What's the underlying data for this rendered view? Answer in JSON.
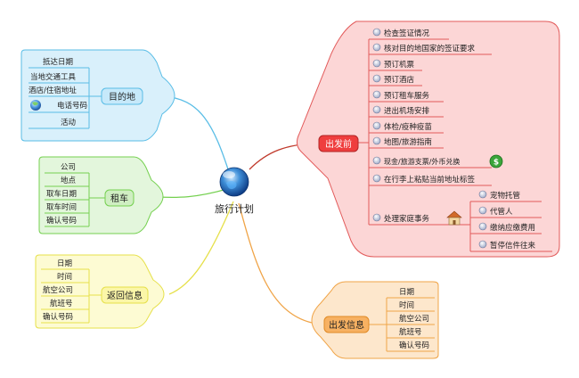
{
  "center": {
    "label": "旅行计划"
  },
  "colors": {
    "blue_fill": "#d9f0fb",
    "blue_stroke": "#59bde6",
    "blue_node": "#c6e9fa",
    "green_fill": "#e3f6dc",
    "green_stroke": "#74d04f",
    "green_node": "#cfeec2",
    "yellow_fill": "#fdfbd3",
    "yellow_stroke": "#e6e04a",
    "yellow_node": "#fbf6a8",
    "orange_fill": "#fde7cc",
    "orange_stroke": "#f0a447",
    "orange_node": "#f7b162",
    "red_fill": "#fcd6d6",
    "red_stroke": "#e25a5a",
    "red_node": "#ef3e3e"
  },
  "branches": {
    "destination": {
      "label": "目的地",
      "items": [
        "抵达日期",
        "当地交通工具",
        "酒店/住宿地址",
        "电话号码",
        "活动"
      ]
    },
    "car_rental": {
      "label": "租车",
      "items": [
        "公司",
        "地点",
        "取车日期",
        "取车时间",
        "确认号码"
      ]
    },
    "return": {
      "label": "返回信息",
      "items": [
        "日期",
        "时间",
        "航空公司",
        "航班号",
        "确认号码"
      ]
    },
    "departure_info": {
      "label": "出发信息",
      "items": [
        "日期",
        "时间",
        "航空公司",
        "航班号",
        "确认号码"
      ]
    },
    "before_departure": {
      "label": "出发前",
      "items": [
        "检查签证情况",
        "核对目的地国家的签证要求",
        "预订机票",
        "预订酒店",
        "预订租车服务",
        "进出机场安排",
        "体检/疫种疫苗",
        "地图/旅游指南",
        "现金/旅游支票/外币兑换",
        "在行李上粘贴当前地址标签",
        "处理家庭事务"
      ],
      "home_tasks": [
        "宠物托管",
        "代管人",
        "缴纳应缴费用",
        "暂停信件往来"
      ]
    }
  }
}
